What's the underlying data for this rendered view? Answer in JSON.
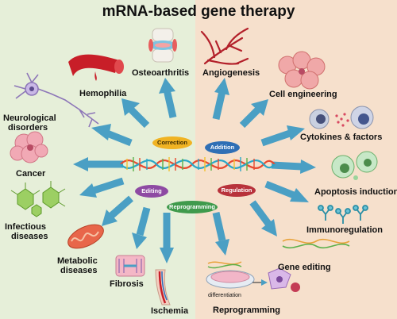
{
  "title": "mRNA-based gene therapy",
  "center": {
    "correction": "Correction",
    "addition": "Addition",
    "editing": "Editing",
    "regulation": "Regulation",
    "reprogramming": "Reprogramming"
  },
  "left": {
    "osteoarthritis": "Osteoarthritis",
    "hemophilia": "Hemophilia",
    "neurological_1": "Neurological",
    "neurological_2": "disorders",
    "cancer": "Cancer",
    "infectious_1": "Infectious",
    "infectious_2": "diseases",
    "metabolic_1": "Metabolic",
    "metabolic_2": "diseases",
    "fibrosis": "Fibrosis",
    "ischemia": "Ischemia"
  },
  "right": {
    "angiogenesis": "Angiogenesis",
    "cell_engineering": "Cell engineering",
    "cytokines": "Cytokines & factors",
    "apoptosis": "Apoptosis induction",
    "immunoregulation": "Immunoregulation",
    "gene_editing": "Gene editing",
    "reprogramming": "Reprogramming",
    "differentiation": "differentiation"
  },
  "colors": {
    "left_bg": "#e6efd9",
    "right_bg": "#f6e0cc",
    "arrow": "#4a9fc4",
    "correction_pill": "#f0b323",
    "addition_pill": "#2f6fb5",
    "editing_pill": "#8e4aa3",
    "regulation_pill": "#b8323b",
    "reprogramming_pill": "#3f9a4c"
  }
}
